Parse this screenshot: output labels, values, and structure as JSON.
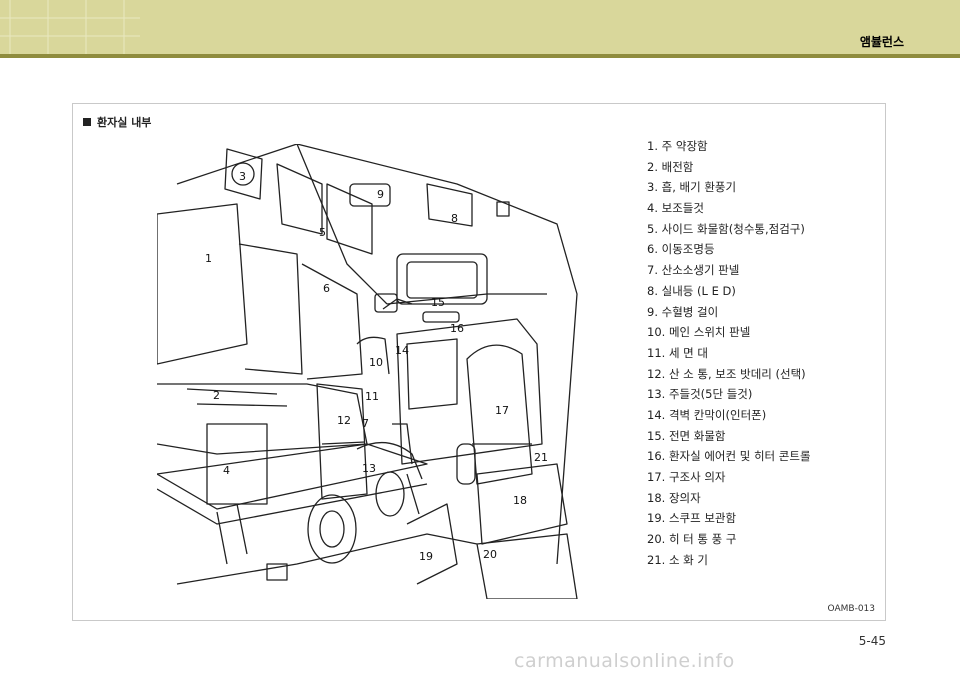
{
  "header": {
    "section_title": "앰뷸런스",
    "band_color": "#d9d79b",
    "rule_color": "#8f8c3e"
  },
  "panel": {
    "heading": "환자실 내부",
    "figure_code": "OAMB-013",
    "callouts": [
      "1",
      "2",
      "3",
      "4",
      "5",
      "6",
      "7",
      "8",
      "9",
      "10",
      "11",
      "12",
      "13",
      "14",
      "15",
      "16",
      "17",
      "18",
      "19",
      "20",
      "21"
    ],
    "legend": [
      "1.  주 약장함",
      "2.  배전함",
      "3.  흡, 배기 환풍기",
      "4.  보조들것",
      "5.  사이드 화물함(청수통,점검구)",
      "6.  이동조명등",
      "7.  산소소생기 판넬",
      "8.  실내등 (L E D)",
      "9.  수혈병 걸이",
      "10.  메인 스위치 판넬",
      "11.  세 면 대",
      "12.  산 소 통, 보조 밧데리 (선택)",
      "13.  주들것(5단 들것)",
      "14.  격벽 칸막이(인터폰)",
      "15.  전면 화물함",
      "16.  환자실 에어컨 및 히터 콘트롤",
      "17.  구조사 의자",
      "18.  장의자",
      "19.  스쿠프 보관함",
      "20.  히 터 통 풍 구",
      "21.  소 화 기"
    ]
  },
  "footer": {
    "page_number": "5-45",
    "watermark": "carmanualsonline.info"
  }
}
